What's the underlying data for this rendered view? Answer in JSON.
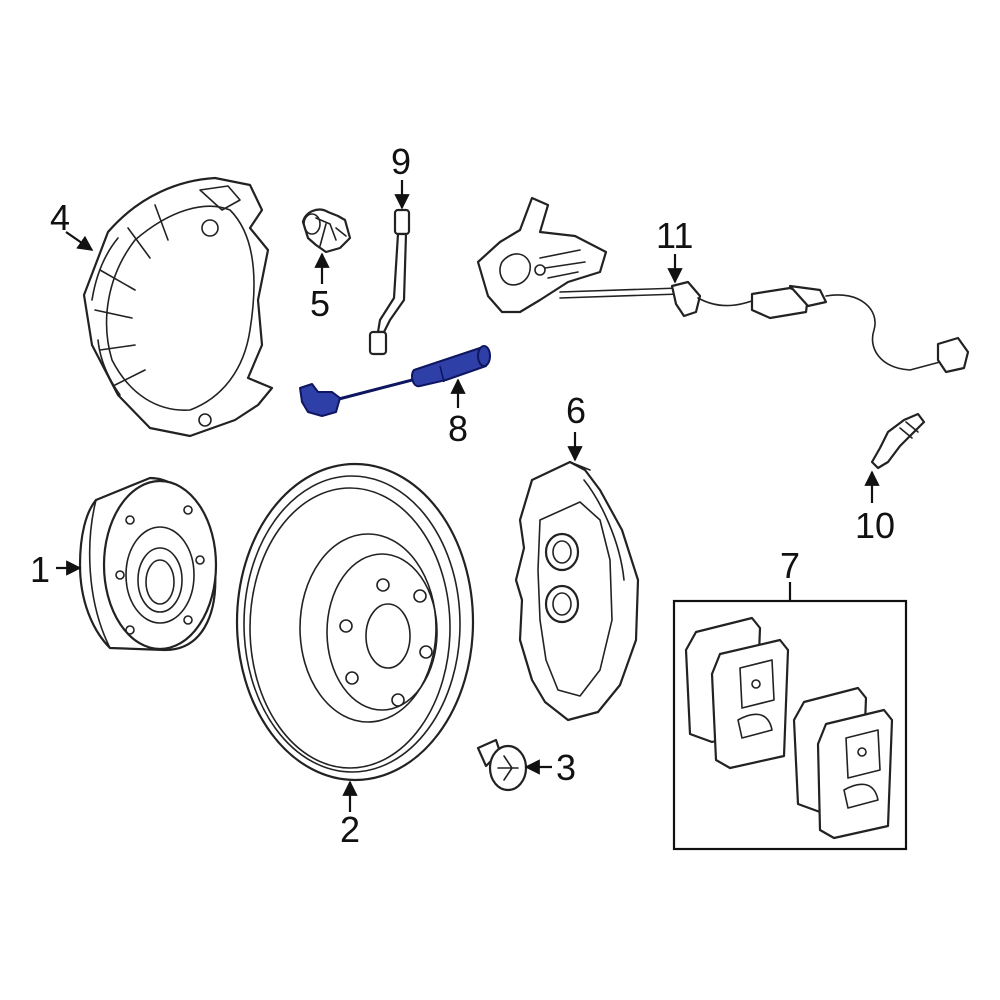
{
  "callouts": [
    {
      "id": "1",
      "text": "1"
    },
    {
      "id": "2",
      "text": "2"
    },
    {
      "id": "3",
      "text": "3"
    },
    {
      "id": "4",
      "text": "4"
    },
    {
      "id": "5",
      "text": "5"
    },
    {
      "id": "6",
      "text": "6"
    },
    {
      "id": "7",
      "text": "7"
    },
    {
      "id": "8",
      "text": "8"
    },
    {
      "id": "9",
      "text": "9"
    },
    {
      "id": "10",
      "text": "10"
    },
    {
      "id": "11",
      "text": "11"
    }
  ],
  "highlighted_part": "8",
  "colors": {
    "highlight": "#2f3fa8",
    "line": "#222222",
    "background": "#ffffff"
  }
}
